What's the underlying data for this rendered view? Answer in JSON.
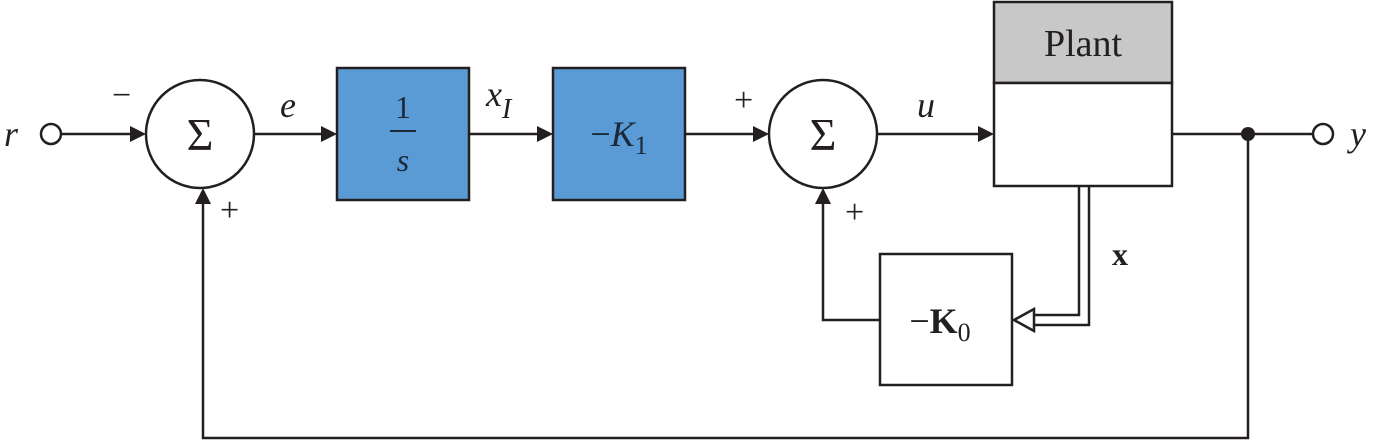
{
  "labels": {
    "input": "r",
    "output": "y",
    "error": "e",
    "integrator_state_x": "x",
    "integrator_state_sub": "I",
    "control": "u",
    "state": "x"
  },
  "signs": {
    "sum1_top": "−",
    "sum1_bottom": "+",
    "sum2_left": "+",
    "sum2_bottom": "+"
  },
  "blocks": {
    "sum_symbol": "Σ",
    "integrator_num": "1",
    "integrator_den": "s",
    "gain1_prefix": "−",
    "gain1_sym": "K",
    "gain1_sub": "1",
    "gain0_prefix": "−",
    "gain0_sym": "K",
    "gain0_sub": "0",
    "plant_title": "Plant"
  },
  "colors": {
    "block_fill": "#5b9bd5",
    "plant_header": "#c8c8c8",
    "line": "#231f20"
  }
}
